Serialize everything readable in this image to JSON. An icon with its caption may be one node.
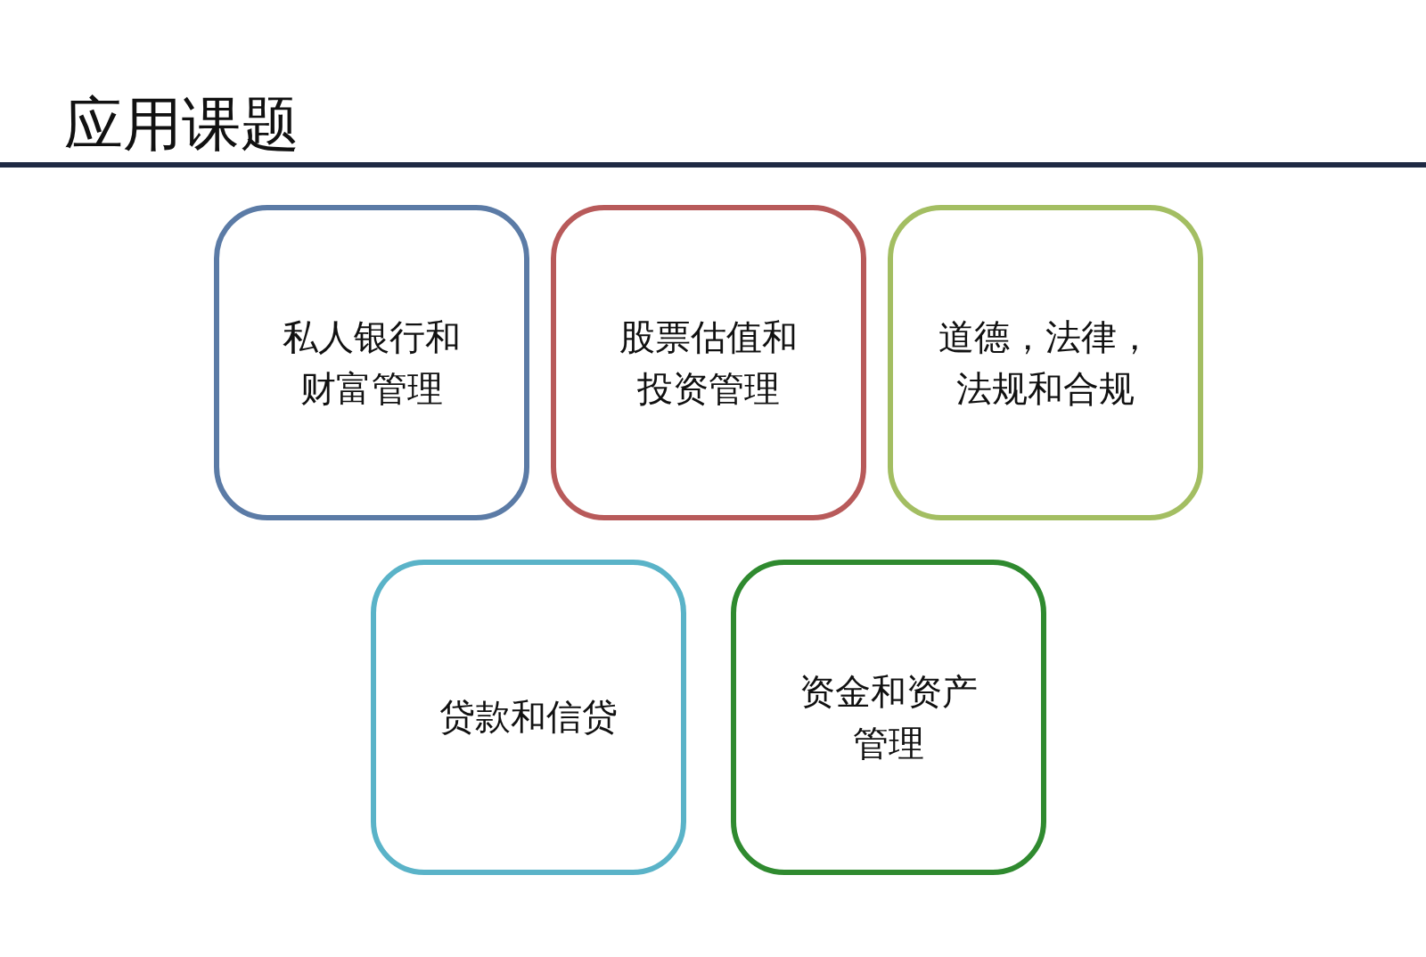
{
  "diagram": {
    "title": "应用课题",
    "nodes": [
      {
        "text": [
          "私人银行和财富管理"
        ]
      },
      {
        "text": [
          "股票估值和投资管理"
        ]
      },
      {
        "text": [
          "道德，法律，法规和合规"
        ]
      },
      {
        "text": [
          "贷款和信贷"
        ]
      },
      {
        "text": [
          "资金和资产管理"
        ]
      }
    ]
  }
}
